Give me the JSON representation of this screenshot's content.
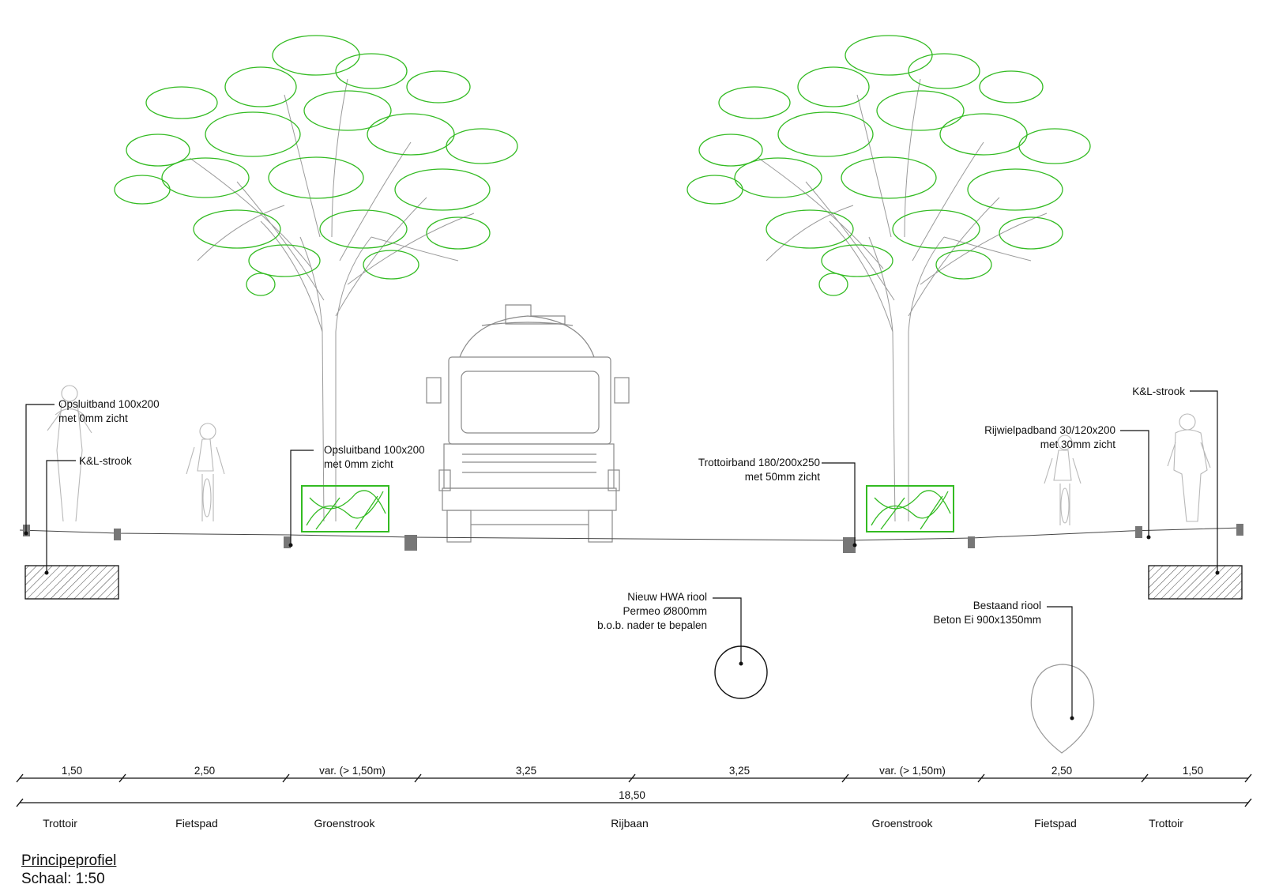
{
  "title": "Principeprofiel",
  "scale": "Schaal: 1:50",
  "colors": {
    "foliage": "#33bb22",
    "line": "#111111",
    "kerb": "#777777"
  },
  "annotations": {
    "left_opsluitband_1": "Opsluitband 100x200",
    "left_opsluitband_2": "met 0mm zicht",
    "left_kl": "K&L-strook",
    "mid_opsluitband_1": "Opsluitband 100x200",
    "mid_opsluitband_2": "met 0mm zicht",
    "trottoirband_1": "Trottoirband 180/200x250",
    "trottoirband_2": "met 50mm zicht",
    "right_kl": "K&L-strook",
    "rijwielpadband_1": "Rijwielpadband 30/120x200",
    "rijwielpadband_2": "met 30mm zicht",
    "hwa_1": "Nieuw HWA riool",
    "hwa_2": "Permeo Ø800mm",
    "hwa_3": "b.o.b. nader te bepalen",
    "bestaand_1": "Bestaand riool",
    "bestaand_2": "Beton Ei 900x1350mm"
  },
  "dimensions": {
    "segments": [
      "1,50",
      "2,50",
      "var. (> 1,50m)",
      "3,25",
      "3,25",
      "var. (> 1,50m)",
      "2,50",
      "1,50"
    ],
    "total": "18,50"
  },
  "zones": [
    "Trottoir",
    "Fietspad",
    "Groenstrook",
    "Rijbaan",
    "Groenstrook",
    "Fietspad",
    "Trottoir"
  ],
  "icons": [
    "tree",
    "truck",
    "cyclist",
    "pedestrian",
    "sewer-pipe-round",
    "sewer-pipe-egg",
    "kerb",
    "hatched-strip"
  ]
}
